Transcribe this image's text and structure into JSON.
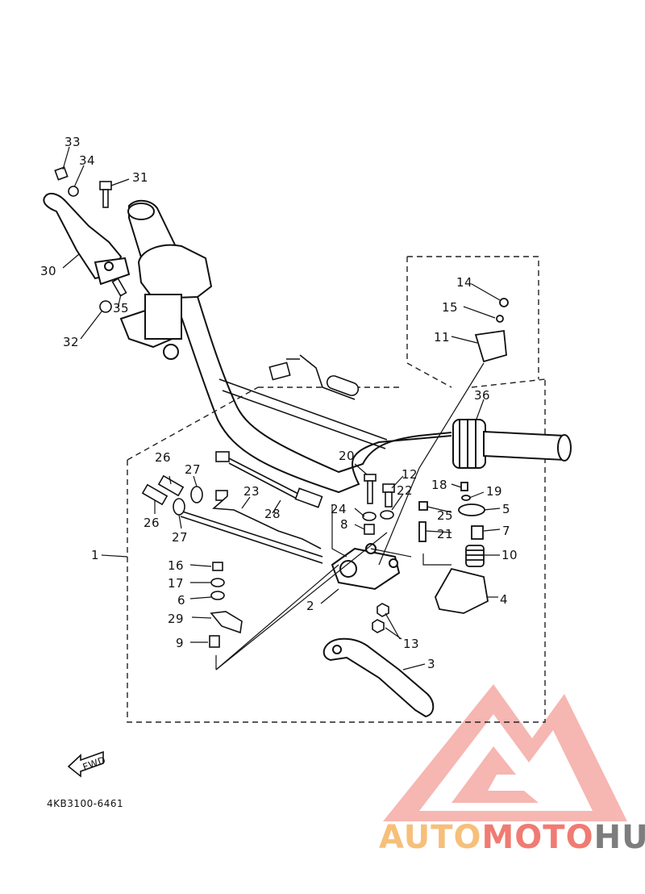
{
  "diagram": {
    "code": "4KB3100-6461",
    "fwd_label": "FWD",
    "callouts": {
      "c1": "1",
      "c2": "2",
      "c3": "3",
      "c4": "4",
      "c5": "5",
      "c6": "6",
      "c7": "7",
      "c8": "8",
      "c9": "9",
      "c10": "10",
      "c11": "11",
      "c12": "12",
      "c13": "13",
      "c14": "14",
      "c15": "15",
      "c16": "16",
      "c17": "17",
      "c18": "18",
      "c19": "19",
      "c20": "20",
      "c21": "21",
      "c22": "22",
      "c23": "23",
      "c24": "24",
      "c25": "25",
      "c26a": "26",
      "c26b": "26",
      "c27a": "27",
      "c27b": "27",
      "c28": "28",
      "c29": "29",
      "c30": "30",
      "c31": "31",
      "c32": "32",
      "c33": "33",
      "c34": "34",
      "c35": "35",
      "c36": "36"
    }
  },
  "watermark": {
    "part1": "AUTO",
    "part2": "MOTO",
    "part3": "HUB",
    "colors": {
      "light": "#f6bf7a",
      "red": "#f07b72",
      "gray": "#7d7d7d"
    }
  }
}
